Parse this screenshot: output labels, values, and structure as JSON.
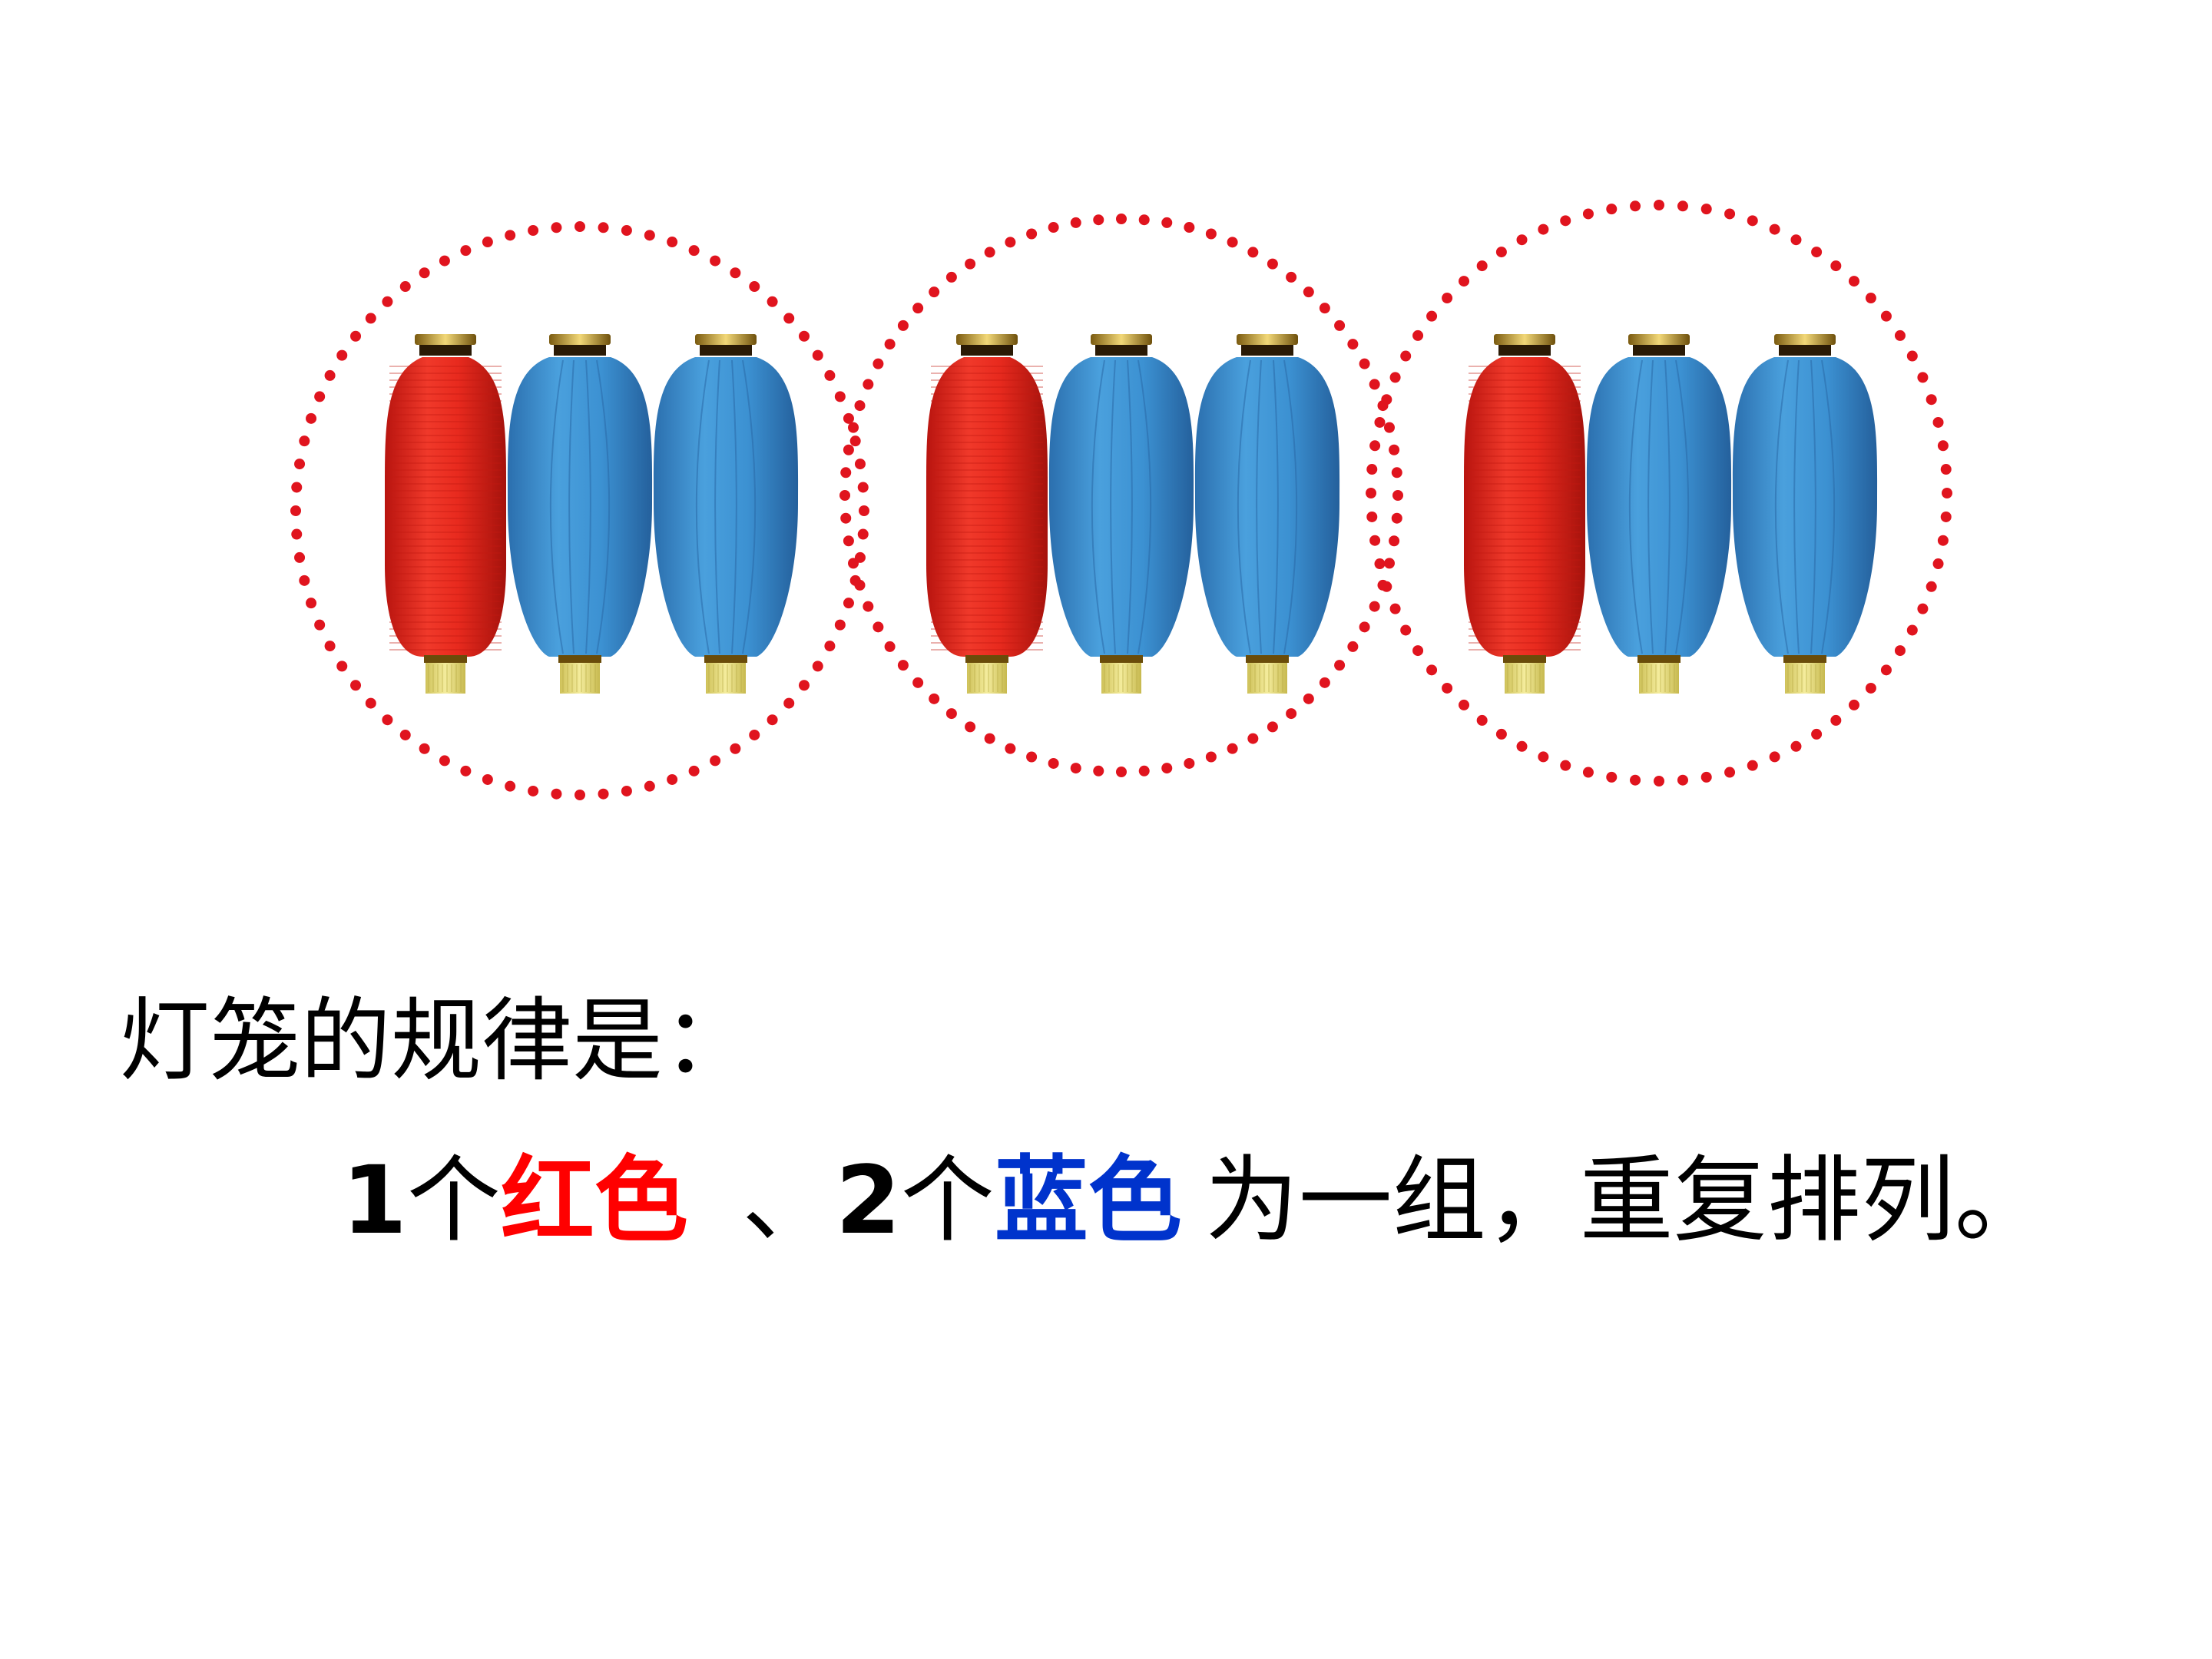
{
  "rule_heading": "灯笼的规律是：",
  "rule_line": {
    "count_red": "1",
    "measure_1": "个",
    "red_word": "红色",
    "separator": "、",
    "count_blue": "2",
    "measure_2": "个",
    "blue_word": "蓝色",
    "tail": "为一组，重复排列。"
  },
  "colors": {
    "red": "#ff0000",
    "blue": "#0033cc",
    "lantern_red": "#e8231d",
    "lantern_blue": "#3a8fd0",
    "dot_circle": "#e0141e",
    "gold_cap": "#c9a93a",
    "tassel": "#e6dc7a"
  },
  "pattern": {
    "group_count": 3,
    "group_sequence": [
      "red",
      "blue",
      "blue"
    ]
  }
}
